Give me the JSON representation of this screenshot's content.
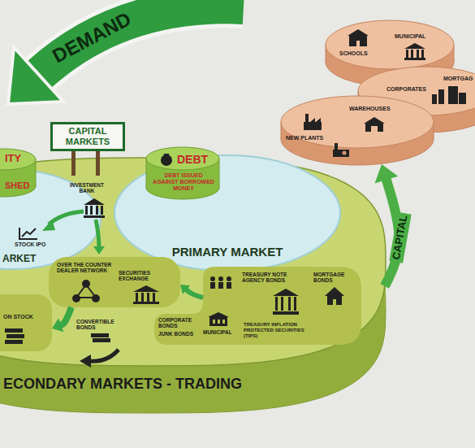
{
  "diagram": {
    "nodes": [
      {
        "text": [
          "SCHOOLS",
          "MUNICIPAL"
        ]
      },
      {
        "text": [
          "MORTGAG",
          "CORPORATES"
        ]
      },
      {
        "text": [
          "WAREHOUSES",
          "NEW PLANTS"
        ]
      },
      {
        "text": [
          "CAPITAL MARKETS"
        ]
      },
      {
        "text": [
          "ECONDARY MARKETS - TRADING"
        ]
      },
      {
        "text": [
          "ARKET"
        ],
        "in": 4
      },
      {
        "text": [
          "ITY",
          "SHED"
        ],
        "in": 5
      },
      {
        "text": [
          "PRIMARY MARKET"
        ],
        "in": 4
      },
      {
        "text": [
          "DEBT",
          "DEBT ISSUED AGAINST BORROWED MONEY"
        ],
        "in": 7
      },
      {
        "text": [
          "OVER THE COUNTER DEALER NETWORK",
          "SECURITIES EXCHANGE"
        ],
        "in": 4
      },
      {
        "text": [
          "TREASURY NOTE AGENCY BONDS",
          "MORTGAGE BONDS",
          "MUNICIPAL",
          "CORPORATE BONDS",
          "JUNK BONDS",
          "TREASURY INFLATION PROTECTED SECURITIES (TIPS)"
        ],
        "in": 4
      },
      {
        "text": [
          "ON STOCK"
        ],
        "in": 4
      }
    ],
    "edges": [
      {
        "from": 10,
        "to": 9,
        "arrow": "to"
      },
      {
        "from": 9,
        "to": 11,
        "arrow": "to"
      },
      {
        "from": 4,
        "to": 2,
        "arrow": "to",
        "label": "CAPITAL"
      }
    ],
    "labels": [
      "DEMAND",
      "INVESTMENT BANK",
      "STOCK IPO",
      "CONVERTIBLE BONDS"
    ]
  }
}
